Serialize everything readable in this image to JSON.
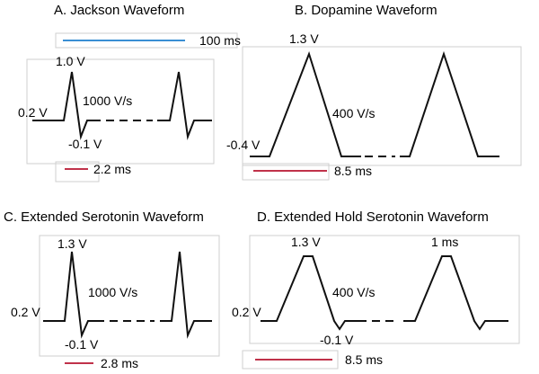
{
  "colors": {
    "time_scale_blue": "#3a8fd4",
    "time_scale_red": "#c0324a",
    "frame": "#cfcfcf",
    "trace": "#111111"
  },
  "panels": {
    "a": {
      "title": "A. Jackson Waveform",
      "scale_bar_top": "100 ms",
      "peak": "1.0 V",
      "hold": "0.2 V",
      "trough": "-0.1 V",
      "scan_rate": "1000 V/s",
      "duration": "2.2 ms"
    },
    "b": {
      "title": "B. Dopamine Waveform",
      "peak": "1.3 V",
      "hold": "-0.4 V",
      "scan_rate": "400 V/s",
      "duration": "8.5 ms"
    },
    "c": {
      "title": "C. Extended Serotonin Waveform",
      "peak": "1.3 V",
      "hold": "0.2 V",
      "trough": "-0.1 V",
      "scan_rate": "1000 V/s",
      "duration": "2.8 ms"
    },
    "d": {
      "title": "D. Extended Hold Serotonin Waveform",
      "peak": "1.3 V",
      "hold_time": "1 ms",
      "hold": "0.2 V",
      "trough": "-0.1 V",
      "scan_rate": "400 V/s",
      "duration": "8.5 ms"
    }
  }
}
